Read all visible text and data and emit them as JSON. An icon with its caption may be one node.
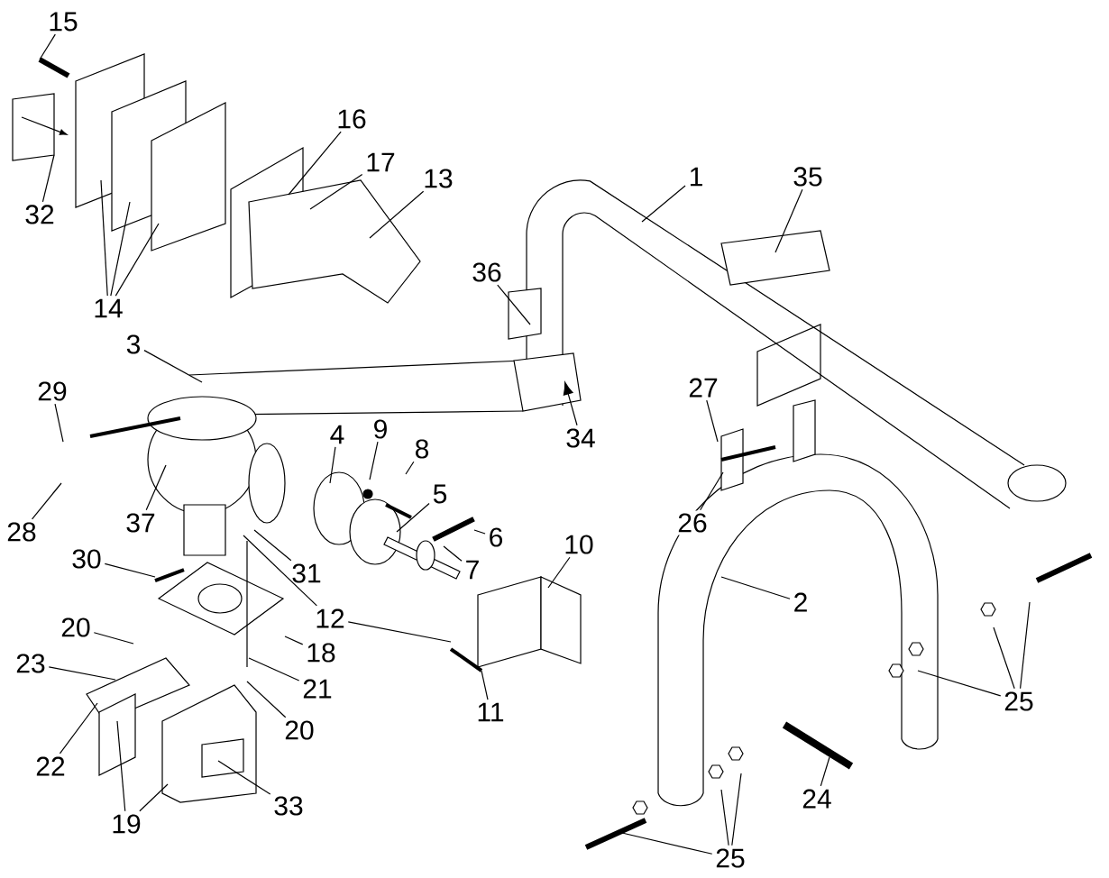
{
  "diagram": {
    "nodes": [
      {
        "text": [
          "15"
        ]
      },
      {
        "text": [
          "16"
        ]
      },
      {
        "text": [
          "17"
        ]
      },
      {
        "text": [
          "13"
        ]
      },
      {
        "text": [
          "1"
        ]
      },
      {
        "text": [
          "35"
        ]
      },
      {
        "text": [
          "32"
        ]
      },
      {
        "text": [
          "14"
        ]
      },
      {
        "text": [
          "36"
        ]
      },
      {
        "text": [
          "3"
        ]
      },
      {
        "text": [
          "29"
        ]
      },
      {
        "text": [
          "34"
        ]
      },
      {
        "text": [
          "27"
        ]
      },
      {
        "text": [
          "4"
        ]
      },
      {
        "text": [
          "9"
        ]
      },
      {
        "text": [
          "8"
        ]
      },
      {
        "text": [
          "5"
        ]
      },
      {
        "text": [
          "6"
        ]
      },
      {
        "text": [
          "37"
        ]
      },
      {
        "text": [
          "28"
        ]
      },
      {
        "text": [
          "26"
        ]
      },
      {
        "text": [
          "30"
        ]
      },
      {
        "text": [
          "7"
        ]
      },
      {
        "text": [
          "10"
        ]
      },
      {
        "text": [
          "31"
        ]
      },
      {
        "text": [
          "2"
        ]
      },
      {
        "text": [
          "12"
        ]
      },
      {
        "text": [
          "20"
        ]
      },
      {
        "text": [
          "18"
        ]
      },
      {
        "text": [
          "23"
        ]
      },
      {
        "text": [
          "21"
        ]
      },
      {
        "text": [
          "25"
        ]
      },
      {
        "text": [
          "11"
        ]
      },
      {
        "text": [
          "20"
        ]
      },
      {
        "text": [
          "22"
        ]
      },
      {
        "text": [
          "33"
        ]
      },
      {
        "text": [
          "24"
        ]
      },
      {
        "text": [
          "19"
        ]
      },
      {
        "text": [
          "25"
        ]
      }
    ],
    "edges": [
      {
        "from": 0,
        "to": null,
        "arrow": "none"
      },
      {
        "from": 1,
        "to": null,
        "arrow": "none"
      },
      {
        "from": 2,
        "to": null,
        "arrow": "none"
      },
      {
        "from": 3,
        "to": null,
        "arrow": "none"
      },
      {
        "from": 4,
        "to": null,
        "arrow": "none"
      },
      {
        "from": 5,
        "to": null,
        "arrow": "none"
      },
      {
        "from": 6,
        "to": null,
        "arrow": "none"
      },
      {
        "from": 7,
        "to": null,
        "arrow": "none"
      },
      {
        "from": 7,
        "to": null,
        "arrow": "none"
      },
      {
        "from": 7,
        "to": null,
        "arrow": "none"
      },
      {
        "from": 8,
        "to": null,
        "arrow": "none"
      },
      {
        "from": 9,
        "to": null,
        "arrow": "none"
      },
      {
        "from": 10,
        "to": null,
        "arrow": "none"
      },
      {
        "from": 11,
        "to": null,
        "arrow": "to"
      },
      {
        "from": 12,
        "to": null,
        "arrow": "none"
      },
      {
        "from": 13,
        "to": null,
        "arrow": "none"
      },
      {
        "from": 14,
        "to": null,
        "arrow": "none"
      },
      {
        "from": 15,
        "to": null,
        "arrow": "none"
      },
      {
        "from": 16,
        "to": null,
        "arrow": "none"
      },
      {
        "from": 17,
        "to": null,
        "arrow": "none"
      },
      {
        "from": 18,
        "to": null,
        "arrow": "none"
      },
      {
        "from": 19,
        "to": null,
        "arrow": "none"
      },
      {
        "from": 20,
        "to": null,
        "arrow": "none"
      },
      {
        "from": 21,
        "to": null,
        "arrow": "none"
      },
      {
        "from": 22,
        "to": null,
        "arrow": "none"
      },
      {
        "from": 23,
        "to": null,
        "arrow": "none"
      },
      {
        "from": 24,
        "to": null,
        "arrow": "none"
      },
      {
        "from": 25,
        "to": null,
        "arrow": "none"
      },
      {
        "from": 26,
        "to": null,
        "arrow": "none"
      },
      {
        "from": 26,
        "to": null,
        "arrow": "none"
      },
      {
        "from": 27,
        "to": null,
        "arrow": "none"
      },
      {
        "from": 28,
        "to": null,
        "arrow": "none"
      },
      {
        "from": 29,
        "to": null,
        "arrow": "none"
      },
      {
        "from": 30,
        "to": null,
        "arrow": "none"
      },
      {
        "from": 31,
        "to": null,
        "arrow": "none"
      },
      {
        "from": 31,
        "to": null,
        "arrow": "none"
      },
      {
        "from": 31,
        "to": null,
        "arrow": "none"
      },
      {
        "from": 32,
        "to": null,
        "arrow": "none"
      },
      {
        "from": 33,
        "to": null,
        "arrow": "none"
      },
      {
        "from": 34,
        "to": null,
        "arrow": "none"
      },
      {
        "from": 35,
        "to": null,
        "arrow": "none"
      },
      {
        "from": 36,
        "to": null,
        "arrow": "none"
      },
      {
        "from": 37,
        "to": null,
        "arrow": "none"
      },
      {
        "from": 37,
        "to": null,
        "arrow": "none"
      },
      {
        "from": 38,
        "to": null,
        "arrow": "none"
      },
      {
        "from": 38,
        "to": null,
        "arrow": "none"
      },
      {
        "from": 38,
        "to": null,
        "arrow": "none"
      }
    ]
  }
}
